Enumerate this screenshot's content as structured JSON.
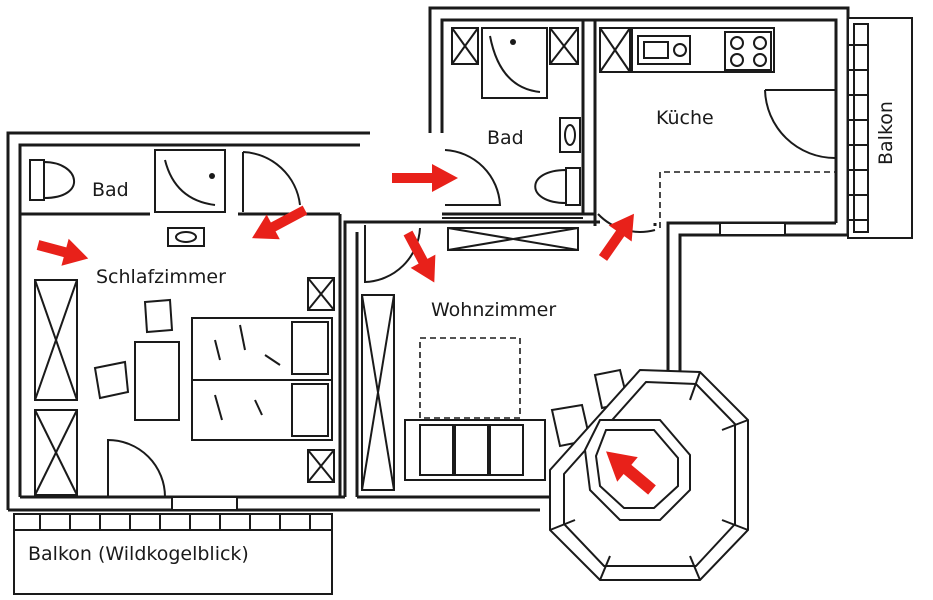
{
  "rooms": {
    "bad_left": "Bad",
    "schlafzimmer": "Schlafzimmer",
    "bad_top": "Bad",
    "kueche": "Küche",
    "wohnzimmer": "Wohnzimmer",
    "balkon_right": "Balkon",
    "balkon_bottom": "Balkon (Wildkogelblick)"
  },
  "colors": {
    "arrow": "#e8211a",
    "line": "#1a1a1a"
  }
}
